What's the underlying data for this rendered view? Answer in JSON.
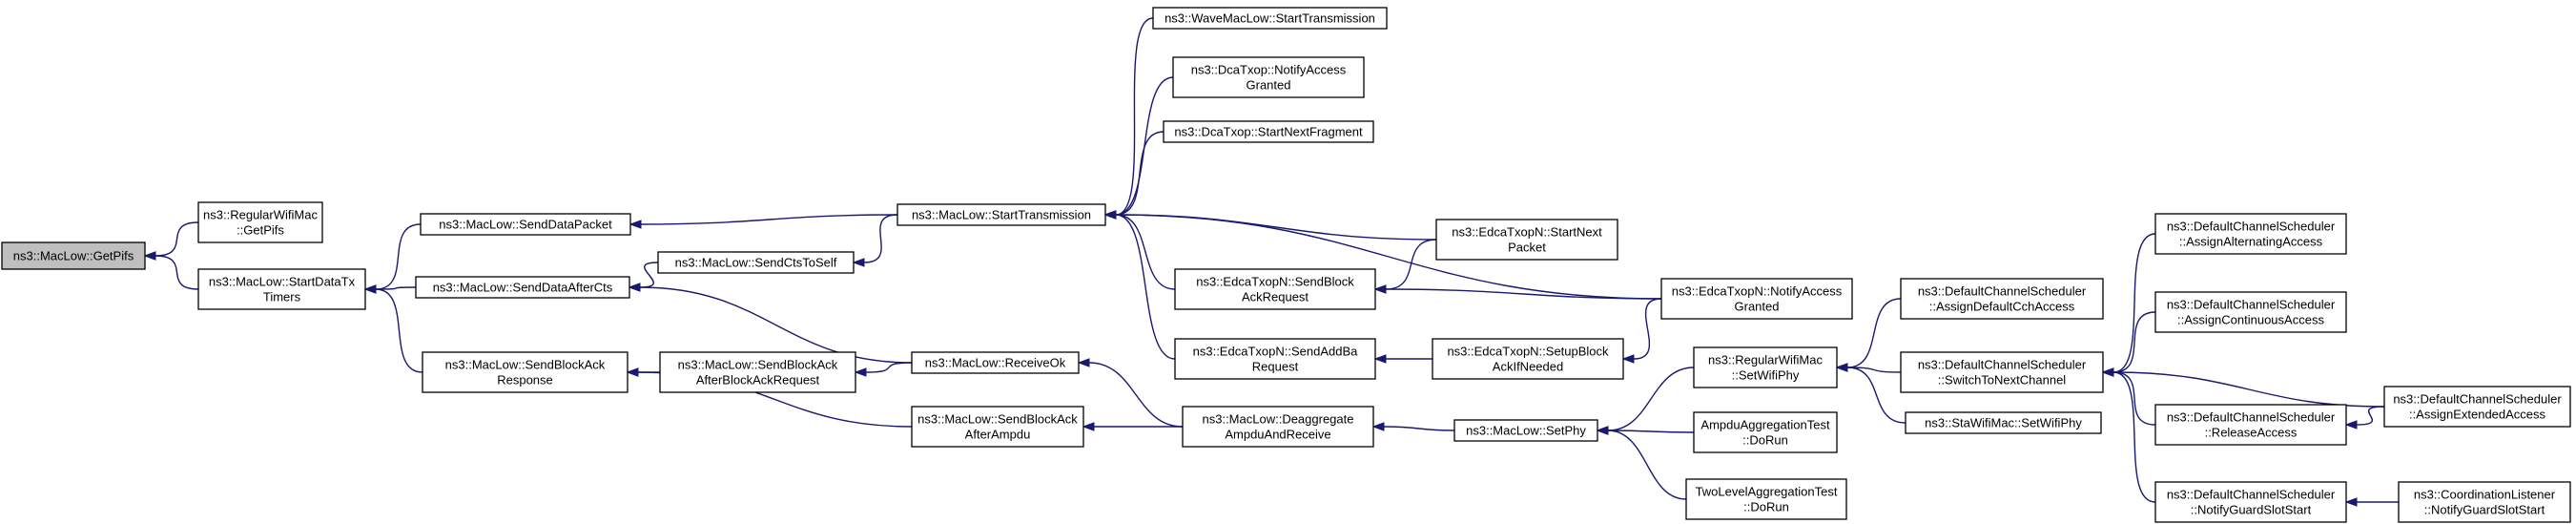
{
  "graph": {
    "nodes": [
      {
        "id": "getpifs",
        "lines": [
          "ns3::MacLow::GetPifs"
        ],
        "root": true
      },
      {
        "id": "regular_getpifs",
        "lines": [
          "ns3::RegularWifiMac",
          "::GetPifs"
        ]
      },
      {
        "id": "startdatatx",
        "lines": [
          "ns3::MacLow::StartDataTx",
          "Timers"
        ]
      },
      {
        "id": "senddatapacket",
        "lines": [
          "ns3::MacLow::SendDataPacket"
        ]
      },
      {
        "id": "senddataaftercts",
        "lines": [
          "ns3::MacLow::SendDataAfterCts"
        ]
      },
      {
        "id": "sendblockackresponse",
        "lines": [
          "ns3::MacLow::SendBlockAck",
          "Response"
        ]
      },
      {
        "id": "sendctstoself",
        "lines": [
          "ns3::MacLow::SendCtsToSelf"
        ]
      },
      {
        "id": "sendblockackafterbar",
        "lines": [
          "ns3::MacLow::SendBlockAck",
          "AfterBlockAckRequest"
        ]
      },
      {
        "id": "receiveok",
        "lines": [
          "ns3::MacLow::ReceiveOk"
        ]
      },
      {
        "id": "sendblockackafterampdu",
        "lines": [
          "ns3::MacLow::SendBlockAck",
          "AfterAmpdu"
        ]
      },
      {
        "id": "starttransmission",
        "lines": [
          "ns3::MacLow::StartTransmission"
        ]
      },
      {
        "id": "wave_starttx",
        "lines": [
          "ns3::WaveMacLow::StartTransmission"
        ]
      },
      {
        "id": "dca_notify",
        "lines": [
          "ns3::DcaTxop::NotifyAccess",
          "Granted"
        ]
      },
      {
        "id": "dca_startnext",
        "lines": [
          "ns3::DcaTxop::StartNextFragment"
        ]
      },
      {
        "id": "edca_sendbar",
        "lines": [
          "ns3::EdcaTxopN::SendBlock",
          "AckRequest"
        ]
      },
      {
        "id": "edca_sendaddba",
        "lines": [
          "ns3::EdcaTxopN::SendAddBa",
          "Request"
        ]
      },
      {
        "id": "deaggregate",
        "lines": [
          "ns3::MacLow::Deaggregate",
          "AmpduAndReceive"
        ]
      },
      {
        "id": "edca_startnextpacket",
        "lines": [
          "ns3::EdcaTxopN::StartNext",
          "Packet"
        ]
      },
      {
        "id": "edca_setupblockack",
        "lines": [
          "ns3::EdcaTxopN::SetupBlock",
          "AckIfNeeded"
        ]
      },
      {
        "id": "setphy",
        "lines": [
          "ns3::MacLow::SetPhy"
        ]
      },
      {
        "id": "edca_notify",
        "lines": [
          "ns3::EdcaTxopN::NotifyAccess",
          "Granted"
        ]
      },
      {
        "id": "regular_setwifiphy",
        "lines": [
          "ns3::RegularWifiMac",
          "::SetWifiPhy"
        ]
      },
      {
        "id": "ampdu_test",
        "lines": [
          "AmpduAggregationTest",
          "::DoRun"
        ]
      },
      {
        "id": "twolevel_test",
        "lines": [
          "TwoLevelAggregationTest",
          "::DoRun"
        ]
      },
      {
        "id": "dcs_assigndefault",
        "lines": [
          "ns3::DefaultChannelScheduler",
          "::AssignDefaultCchAccess"
        ]
      },
      {
        "id": "dcs_switch",
        "lines": [
          "ns3::DefaultChannelScheduler",
          "::SwitchToNextChannel"
        ]
      },
      {
        "id": "sta_setwifiphy",
        "lines": [
          "ns3::StaWifiMac::SetWifiPhy"
        ]
      },
      {
        "id": "dcs_alternating",
        "lines": [
          "ns3::DefaultChannelScheduler",
          "::AssignAlternatingAccess"
        ]
      },
      {
        "id": "dcs_continuous",
        "lines": [
          "ns3::DefaultChannelScheduler",
          "::AssignContinuousAccess"
        ]
      },
      {
        "id": "dcs_release",
        "lines": [
          "ns3::DefaultChannelScheduler",
          "::ReleaseAccess"
        ]
      },
      {
        "id": "dcs_notifyguard",
        "lines": [
          "ns3::DefaultChannelScheduler",
          "::NotifyGuardSlotStart"
        ]
      },
      {
        "id": "dcs_extended",
        "lines": [
          "ns3::DefaultChannelScheduler",
          "::AssignExtendedAccess"
        ]
      },
      {
        "id": "coord_notifyguard",
        "lines": [
          "ns3::CoordinationListener",
          "::NotifyGuardSlotStart"
        ]
      }
    ],
    "edges": [
      {
        "from": "regular_getpifs",
        "to": "getpifs"
      },
      {
        "from": "startdatatx",
        "to": "getpifs"
      },
      {
        "from": "senddatapacket",
        "to": "startdatatx"
      },
      {
        "from": "senddataaftercts",
        "to": "startdatatx"
      },
      {
        "from": "sendblockackresponse",
        "to": "startdatatx"
      },
      {
        "from": "starttransmission",
        "to": "senddatapacket"
      },
      {
        "from": "sendctstoself",
        "to": "senddataaftercts"
      },
      {
        "from": "receiveok",
        "to": "senddataaftercts"
      },
      {
        "from": "sendblockackafterbar",
        "to": "sendblockackresponse"
      },
      {
        "from": "sendblockackafterampdu",
        "to": "sendblockackresponse"
      },
      {
        "from": "starttransmission",
        "to": "sendctstoself"
      },
      {
        "from": "receiveok",
        "to": "sendblockackafterbar"
      },
      {
        "from": "deaggregate",
        "to": "receiveok"
      },
      {
        "from": "deaggregate",
        "to": "sendblockackafterampdu"
      },
      {
        "from": "wave_starttx",
        "to": "starttransmission"
      },
      {
        "from": "dca_notify",
        "to": "starttransmission"
      },
      {
        "from": "dca_startnext",
        "to": "starttransmission"
      },
      {
        "from": "edca_notify",
        "to": "starttransmission"
      },
      {
        "from": "edca_startnextpacket",
        "to": "starttransmission"
      },
      {
        "from": "edca_sendbar",
        "to": "starttransmission"
      },
      {
        "from": "edca_sendaddba",
        "to": "starttransmission"
      },
      {
        "from": "edca_startnextpacket",
        "to": "edca_sendbar"
      },
      {
        "from": "edca_notify",
        "to": "edca_sendbar"
      },
      {
        "from": "edca_setupblockack",
        "to": "edca_sendaddba"
      },
      {
        "from": "edca_notify",
        "to": "edca_setupblockack"
      },
      {
        "from": "setphy",
        "to": "deaggregate"
      },
      {
        "from": "regular_setwifiphy",
        "to": "setphy"
      },
      {
        "from": "ampdu_test",
        "to": "setphy"
      },
      {
        "from": "twolevel_test",
        "to": "setphy"
      },
      {
        "from": "dcs_assigndefault",
        "to": "regular_setwifiphy"
      },
      {
        "from": "dcs_switch",
        "to": "regular_setwifiphy"
      },
      {
        "from": "sta_setwifiphy",
        "to": "regular_setwifiphy"
      },
      {
        "from": "dcs_alternating",
        "to": "dcs_switch"
      },
      {
        "from": "dcs_continuous",
        "to": "dcs_switch"
      },
      {
        "from": "dcs_release",
        "to": "dcs_switch"
      },
      {
        "from": "dcs_notifyguard",
        "to": "dcs_switch"
      },
      {
        "from": "dcs_extended",
        "to": "dcs_switch"
      },
      {
        "from": "dcs_extended",
        "to": "dcs_release"
      },
      {
        "from": "coord_notifyguard",
        "to": "dcs_notifyguard"
      }
    ]
  }
}
